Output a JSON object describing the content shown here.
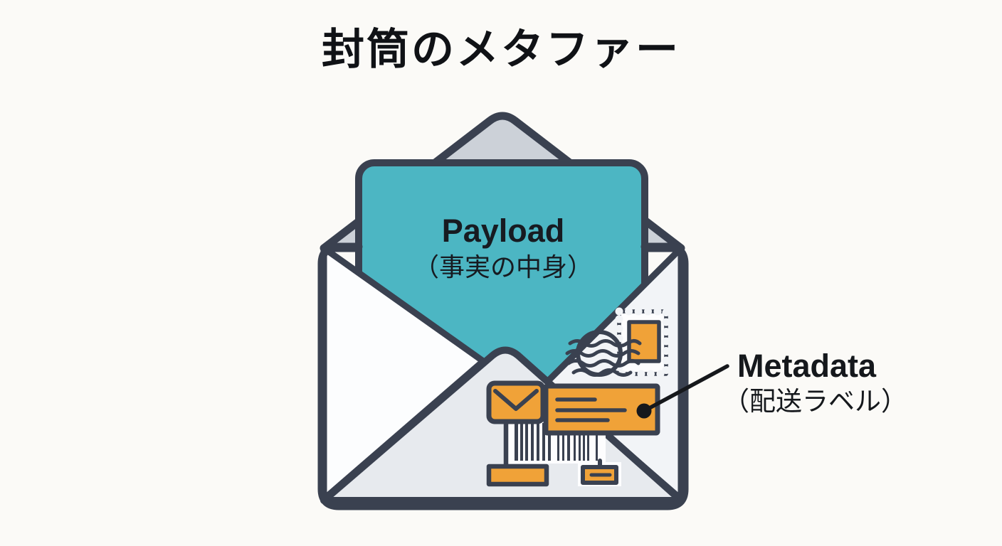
{
  "title": "封筒のメタファー",
  "diagram": {
    "payload": {
      "label": "Payload",
      "sublabel": "（事実の中身）"
    },
    "metadata": {
      "label": "Metadata",
      "sublabel": "（配送ラベル）"
    }
  },
  "icons": {
    "flap": "envelope-flap",
    "stamp": "stamp-icon",
    "postmark": "postmark-icon",
    "mini_envelope": "envelope-icon",
    "address_label": "address-label-icon",
    "barcode": "barcode-icon"
  },
  "colors": {
    "background": "#fbfaf7",
    "outline": "#3a4150",
    "ink": "#16181c",
    "teal": "#4cb6c3",
    "orange": "#f0a238",
    "flap_gray": "#ccd1d8",
    "fold_left": "#fcfdfe",
    "fold_right": "#f2f4f7",
    "bottom_fold": "#e7eaee",
    "paper_white": "#fdfdfe"
  }
}
